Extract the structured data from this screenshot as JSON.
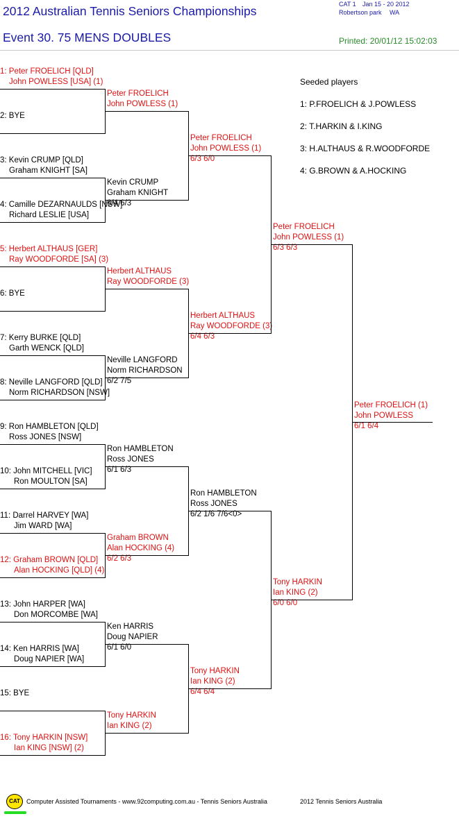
{
  "header": {
    "title": "2012 Australian Tennis Seniors Championships",
    "event": "Event 30. 75 MENS DOUBLES",
    "cat": "CAT 1",
    "dates": "Jan 15 - 20 2012",
    "venue": "Robertson park",
    "state": "WA",
    "printed": "Printed: 20/01/12 15:02:03"
  },
  "seeds": {
    "heading": "Seeded players",
    "list": [
      "1: P.FROELICH & J.POWLESS",
      "2: T.HARKIN & I.KING",
      "3: H.ALTHAUS & R.WOODFORDE",
      "4: G.BROWN & A.HOCKING"
    ]
  },
  "round1": [
    {
      "l1": "1: Peter FROELICH [QLD]",
      "l2": "John POWLESS [USA] (1)",
      "seeded": true
    },
    {
      "l1": "2: BYE",
      "l2": "",
      "seeded": false
    },
    {
      "l1": "3: Kevin CRUMP [QLD]",
      "l2": "Graham KNIGHT [SA]",
      "seeded": false
    },
    {
      "l1": "4: Camille DEZARNAULDS [NSW]",
      "l2": "Richard LESLIE [USA]",
      "seeded": false
    },
    {
      "l1": "5: Herbert ALTHAUS [GER]",
      "l2": "Ray WOODFORDE [SA] (3)",
      "seeded": true
    },
    {
      "l1": "6: BYE",
      "l2": "",
      "seeded": false
    },
    {
      "l1": "7: Kerry BURKE [QLD]",
      "l2": "Garth WENCK [QLD]",
      "seeded": false
    },
    {
      "l1": "8: Neville LANGFORD [QLD]",
      "l2": "Norm RICHARDSON [NSW]",
      "seeded": false
    },
    {
      "l1": "9: Ron HAMBLETON [QLD]",
      "l2": "Ross JONES [NSW]",
      "seeded": false
    },
    {
      "l1": "10: John MITCHELL [VIC]",
      "l2": "Ron MOULTON [SA]",
      "seeded": false
    },
    {
      "l1": "11: Darrel HARVEY [WA]",
      "l2": "Jim WARD [WA]",
      "seeded": false
    },
    {
      "l1": "12: Graham BROWN [QLD]",
      "l2": "Alan HOCKING [QLD] (4)",
      "seeded": true
    },
    {
      "l1": "13: John HARPER [WA]",
      "l2": "Don MORCOMBE [WA]",
      "seeded": false
    },
    {
      "l1": "14: Ken HARRIS [WA]",
      "l2": "Doug NAPIER [WA]",
      "seeded": false
    },
    {
      "l1": "15: BYE",
      "l2": "",
      "seeded": false
    },
    {
      "l1": "16: Tony HARKIN [NSW]",
      "l2": "Ian KING [NSW] (2)",
      "seeded": true
    }
  ],
  "round2": [
    {
      "l1": "Peter FROELICH",
      "l2": "John POWLESS (1)",
      "score": "",
      "seeded": true
    },
    {
      "l1": "Kevin CRUMP",
      "l2": "Graham KNIGHT",
      "score": "6/4 6/3",
      "seeded": false
    },
    {
      "l1": "Herbert ALTHAUS",
      "l2": "Ray WOODFORDE (3)",
      "score": "",
      "seeded": true
    },
    {
      "l1": "Neville LANGFORD",
      "l2": "Norm RICHARDSON",
      "score": "6/2 7/5",
      "seeded": false
    },
    {
      "l1": "Ron HAMBLETON",
      "l2": "Ross JONES",
      "score": "6/1 6/3",
      "seeded": false
    },
    {
      "l1": "Graham BROWN",
      "l2": "Alan HOCKING (4)",
      "score": "6/2 6/3",
      "seeded": true
    },
    {
      "l1": "Ken HARRIS",
      "l2": "Doug NAPIER",
      "score": "6/1 6/0",
      "seeded": false
    },
    {
      "l1": "Tony HARKIN",
      "l2": "Ian KING (2)",
      "score": "",
      "seeded": true
    }
  ],
  "round3": [
    {
      "l1": "Peter FROELICH",
      "l2": "John POWLESS (1)",
      "score": "6/3 6/0",
      "seeded": true
    },
    {
      "l1": "Herbert ALTHAUS",
      "l2": "Ray WOODFORDE (3)",
      "score": "6/4 6/3",
      "seeded": true
    },
    {
      "l1": "Ron HAMBLETON",
      "l2": "Ross JONES",
      "score": "6/2 1/6 7/6<0>",
      "seeded": false
    },
    {
      "l1": "Tony HARKIN",
      "l2": "Ian KING (2)",
      "score": "6/4 6/4",
      "seeded": true
    }
  ],
  "round4": [
    {
      "l1": "Peter FROELICH",
      "l2": "John POWLESS (1)",
      "score": "6/3 6/3",
      "seeded": true
    },
    {
      "l1": "Tony HARKIN",
      "l2": "Ian KING (2)",
      "score": "6/0 6/0",
      "seeded": true
    }
  ],
  "final": {
    "l1": "Peter FROELICH (1)",
    "l2": "John POWLESS",
    "score": "6/1 6/4",
    "seeded": true
  },
  "footer": {
    "logo": "CAT",
    "left": "Computer Assisted Tournaments - www.92computing.com.au -  Tennis Seniors Australia",
    "right": "2012 Tennis Seniors Australia"
  }
}
